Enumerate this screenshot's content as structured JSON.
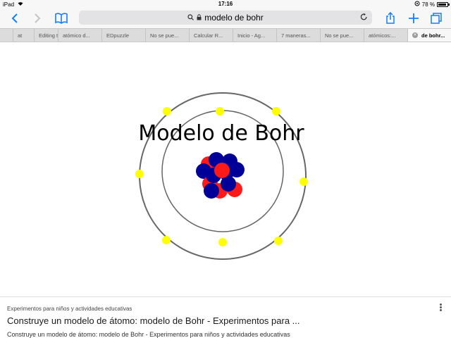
{
  "status_bar": {
    "device": "iPad",
    "time": "17:16",
    "battery_text": "78 %",
    "battery_level": 0.78
  },
  "toolbar": {
    "address": "modelo de bohr",
    "icons": [
      "back-icon",
      "forward-icon",
      "bookmarks-icon",
      "search-icon",
      "lock-icon",
      "reload-icon",
      "share-icon",
      "new-tab-icon",
      "tabs-icon"
    ]
  },
  "tabs": [
    {
      "label": "at",
      "active": false
    },
    {
      "label": "Editing t",
      "active": false
    },
    {
      "label": "atómico d...",
      "active": false
    },
    {
      "label": "EDpuzzle",
      "active": false
    },
    {
      "label": "No se pue...",
      "active": false
    },
    {
      "label": "Calcular R...",
      "active": false
    },
    {
      "label": "Inicio - Ag...",
      "active": false
    },
    {
      "label": "7 maneras...",
      "active": false
    },
    {
      "label": "No se pue...",
      "active": false
    },
    {
      "label": "atómicos:...",
      "active": false
    },
    {
      "label": "de bohr...",
      "active": true
    }
  ],
  "image": {
    "heading": "Modelo de Bohr",
    "colors": {
      "orbit": "#666666",
      "electron": "#ffff00",
      "proton": "#ff1a1a",
      "neutron": "#000099"
    }
  },
  "result": {
    "source": "Experimentos para niños y actividades educativas",
    "title": "Construye un modelo de átomo: modelo de Bohr - Experimentos para ...",
    "snippet": "Construye un modelo de átomo: modelo de Bohr - Experimentos para niños y actividades educativas"
  }
}
